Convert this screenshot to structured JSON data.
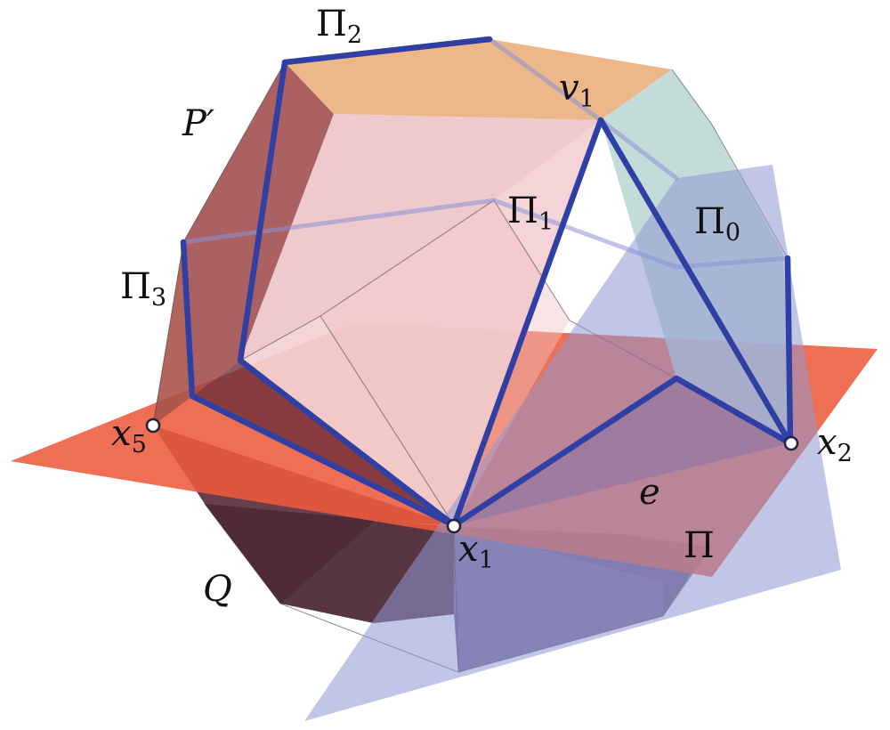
{
  "labels": {
    "pi2": {
      "base": "Π",
      "sub": "2"
    },
    "p_prime": {
      "text": "P′"
    },
    "v1": {
      "base": "v",
      "sub": "1"
    },
    "pi1": {
      "base": "Π",
      "sub": "1"
    },
    "pi0": {
      "base": "Π",
      "sub": "0"
    },
    "pi3": {
      "base": "Π",
      "sub": "3"
    },
    "x5": {
      "base": "x",
      "sub": "5"
    },
    "x2": {
      "base": "x",
      "sub": "2"
    },
    "e": {
      "text": "e"
    },
    "x1": {
      "base": "x",
      "sub": "1"
    },
    "pi": {
      "text": "Π"
    },
    "q": {
      "text": "Q"
    }
  },
  "colors": {
    "edge_blue": "#2f3fa3",
    "plane_red": "#ec5b3b",
    "plane_blue": "#9fa6d6",
    "face_pink": "#f3d0d2",
    "face_orange": "#eab07c",
    "face_maroon": "#98403d",
    "face_dark": "#5a2f3c",
    "face_teal": "#b8d6d2"
  }
}
